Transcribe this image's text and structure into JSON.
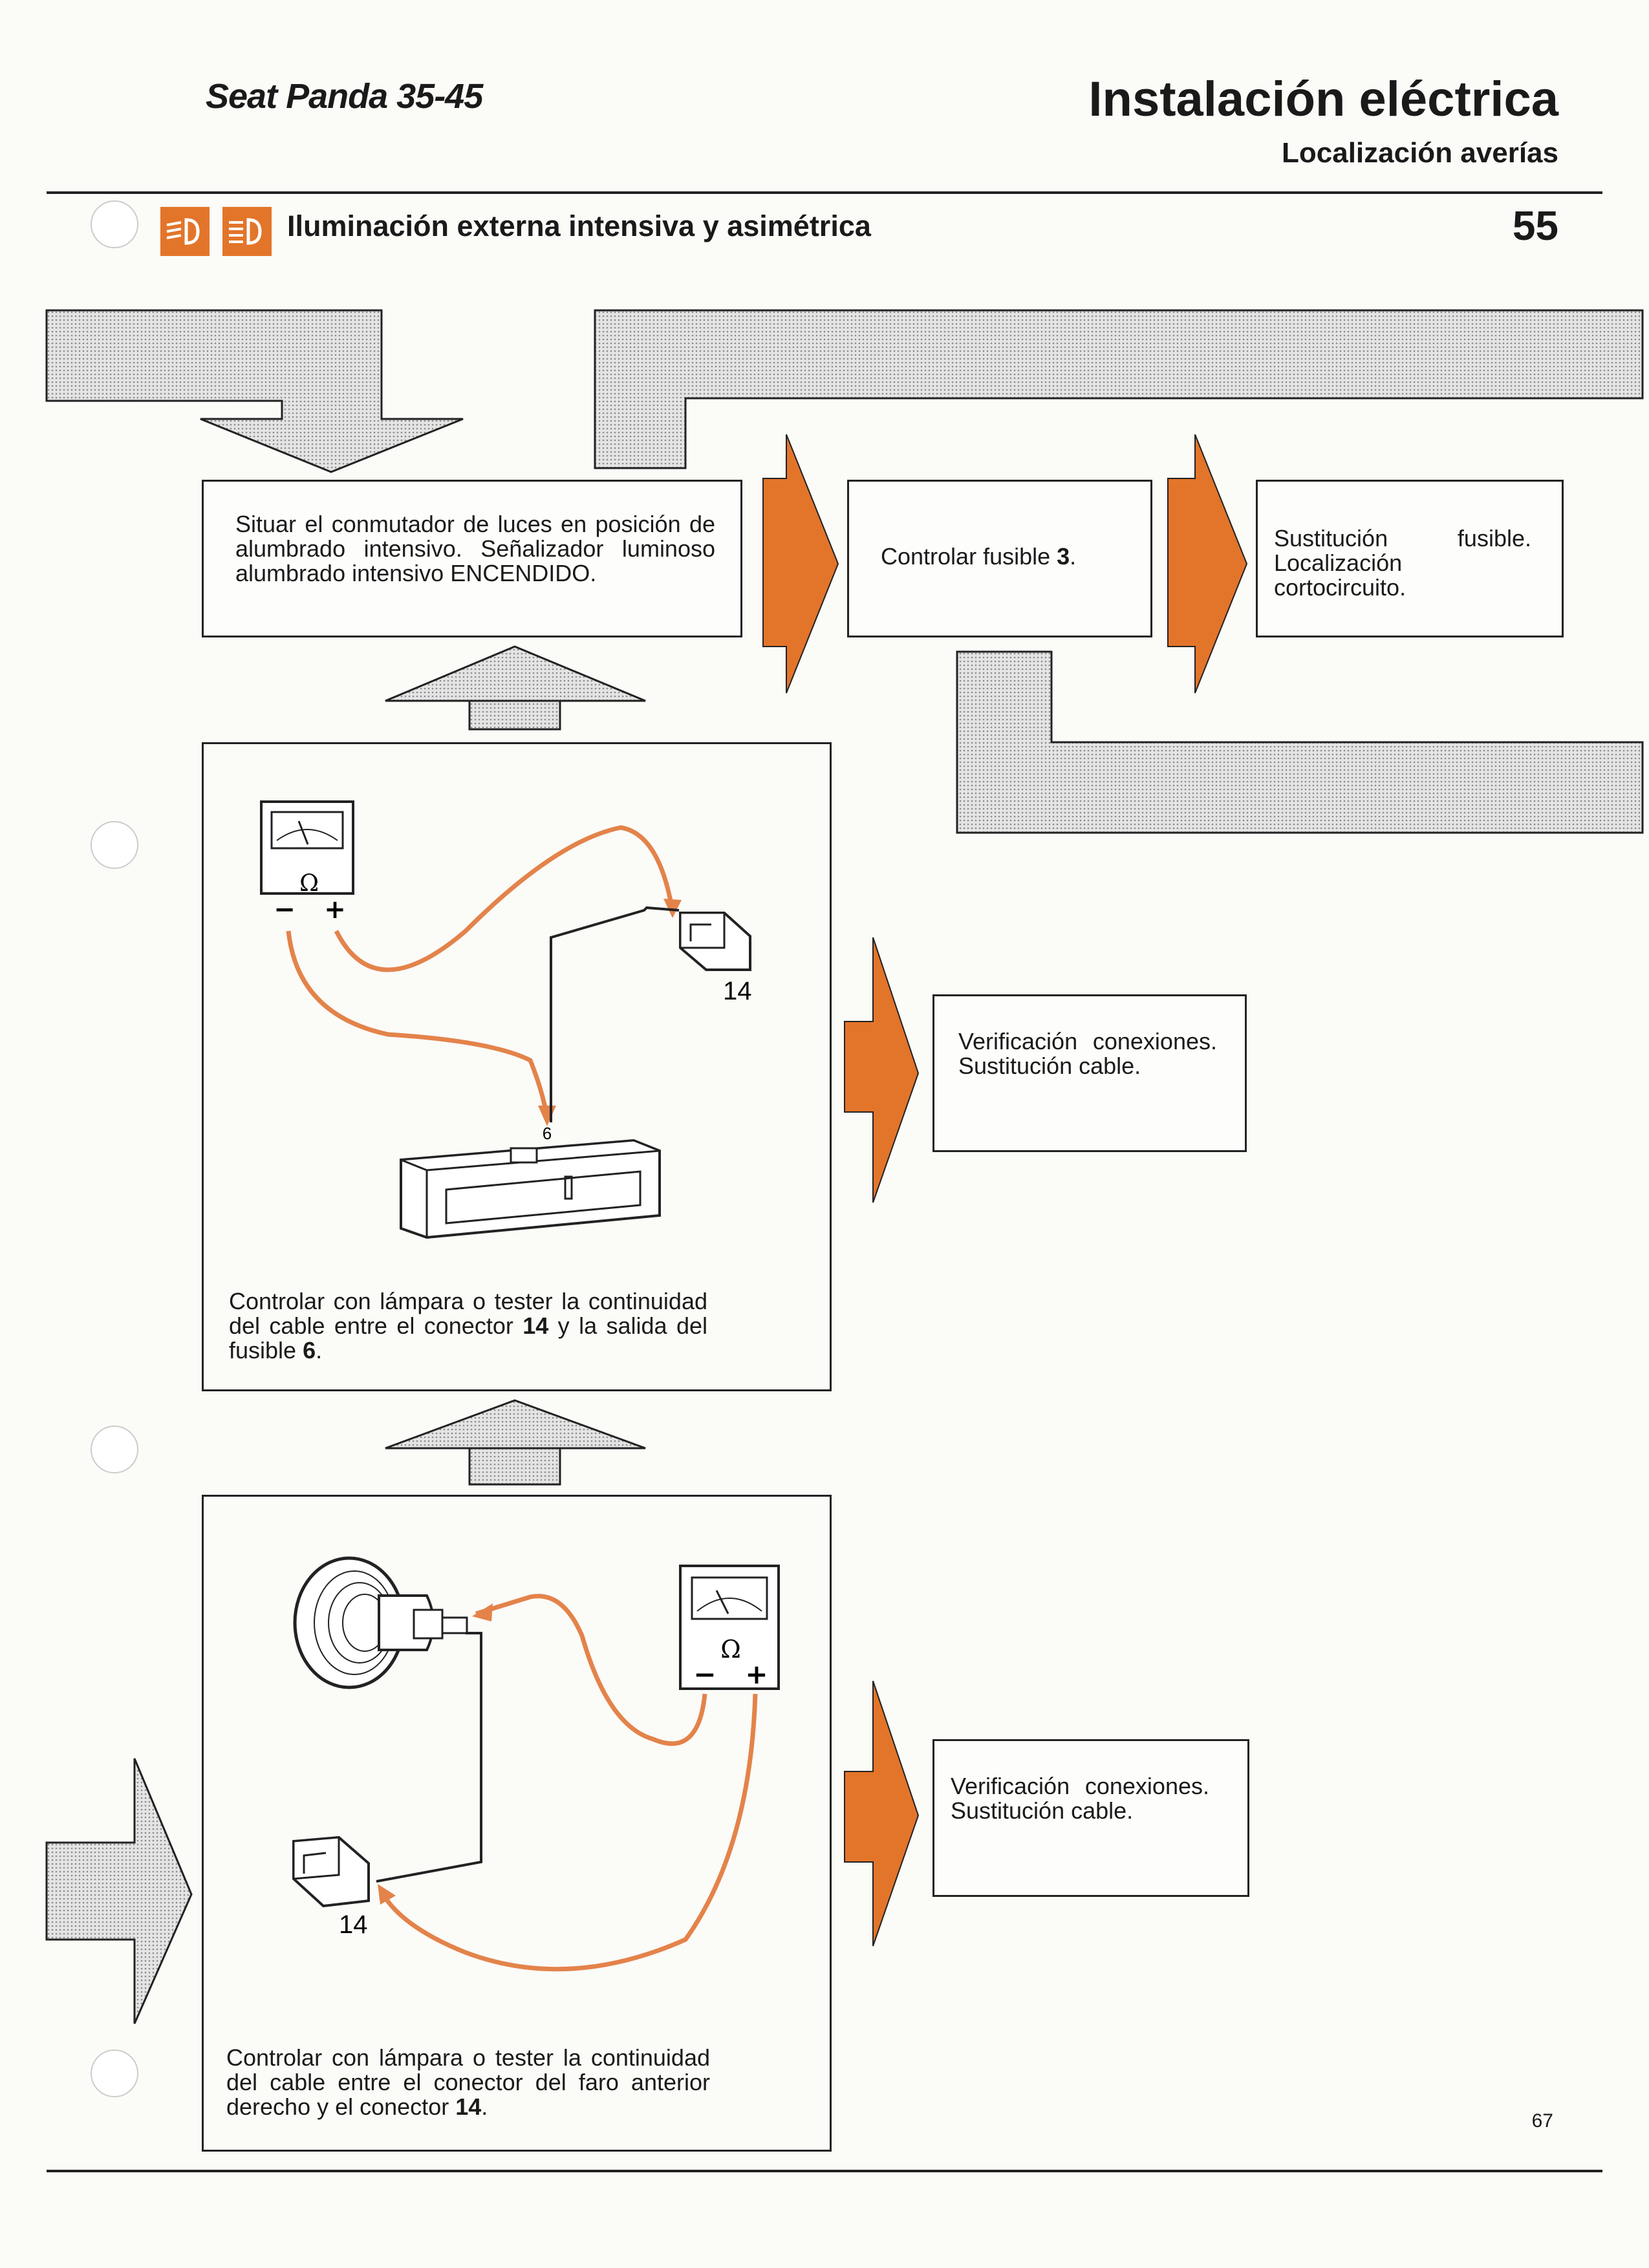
{
  "header": {
    "model": "Seat Panda 35-45",
    "title": "Instalación eléctrica",
    "subtitle": "Localización averías"
  },
  "section": {
    "title": "Iluminación externa intensiva y asimétrica",
    "number": "55",
    "icons": [
      "low-beam-icon",
      "high-beam-icon"
    ]
  },
  "steps": {
    "step1": "Situar el conmutador de luces en posición de alumbrado intensivo. Señalizador luminoso alumbrado intensivo ENCENDIDO.",
    "fuse_check_prefix": "Controlar fusible ",
    "fuse_check_number": "3",
    "fuse_check_suffix": ".",
    "fuse_fail": "Sustitución fusible. Localización cortocircuito.",
    "test1_prefix": "Controlar con lámpara o tester la continuidad del cable entre el conector ",
    "test1_connector": "14",
    "test1_middle": " y la salida del fusible ",
    "test1_fuse": "6",
    "test1_suffix": ".",
    "test1_fail": "Verificación conexiones. Sustitución cable.",
    "test2_prefix": "Controlar con lámpara o tester la continuidad del cable entre el conector del faro anterior derecho y el conector ",
    "test2_connector": "14",
    "test2_suffix": ".",
    "test2_fail": "Verificación conexiones. Sustitución cable."
  },
  "diagram_labels": {
    "meter_symbol": "Ω",
    "meter_minus": "−",
    "meter_plus": "+",
    "connector_14": "14",
    "fuse_output_6": "6"
  },
  "colors": {
    "accent_orange": "#e3752a",
    "wire_orange": "#e3834a",
    "ink": "#1a1a1a",
    "dotted_fill": "#d6d6d6"
  },
  "footer": {
    "page": "67"
  }
}
